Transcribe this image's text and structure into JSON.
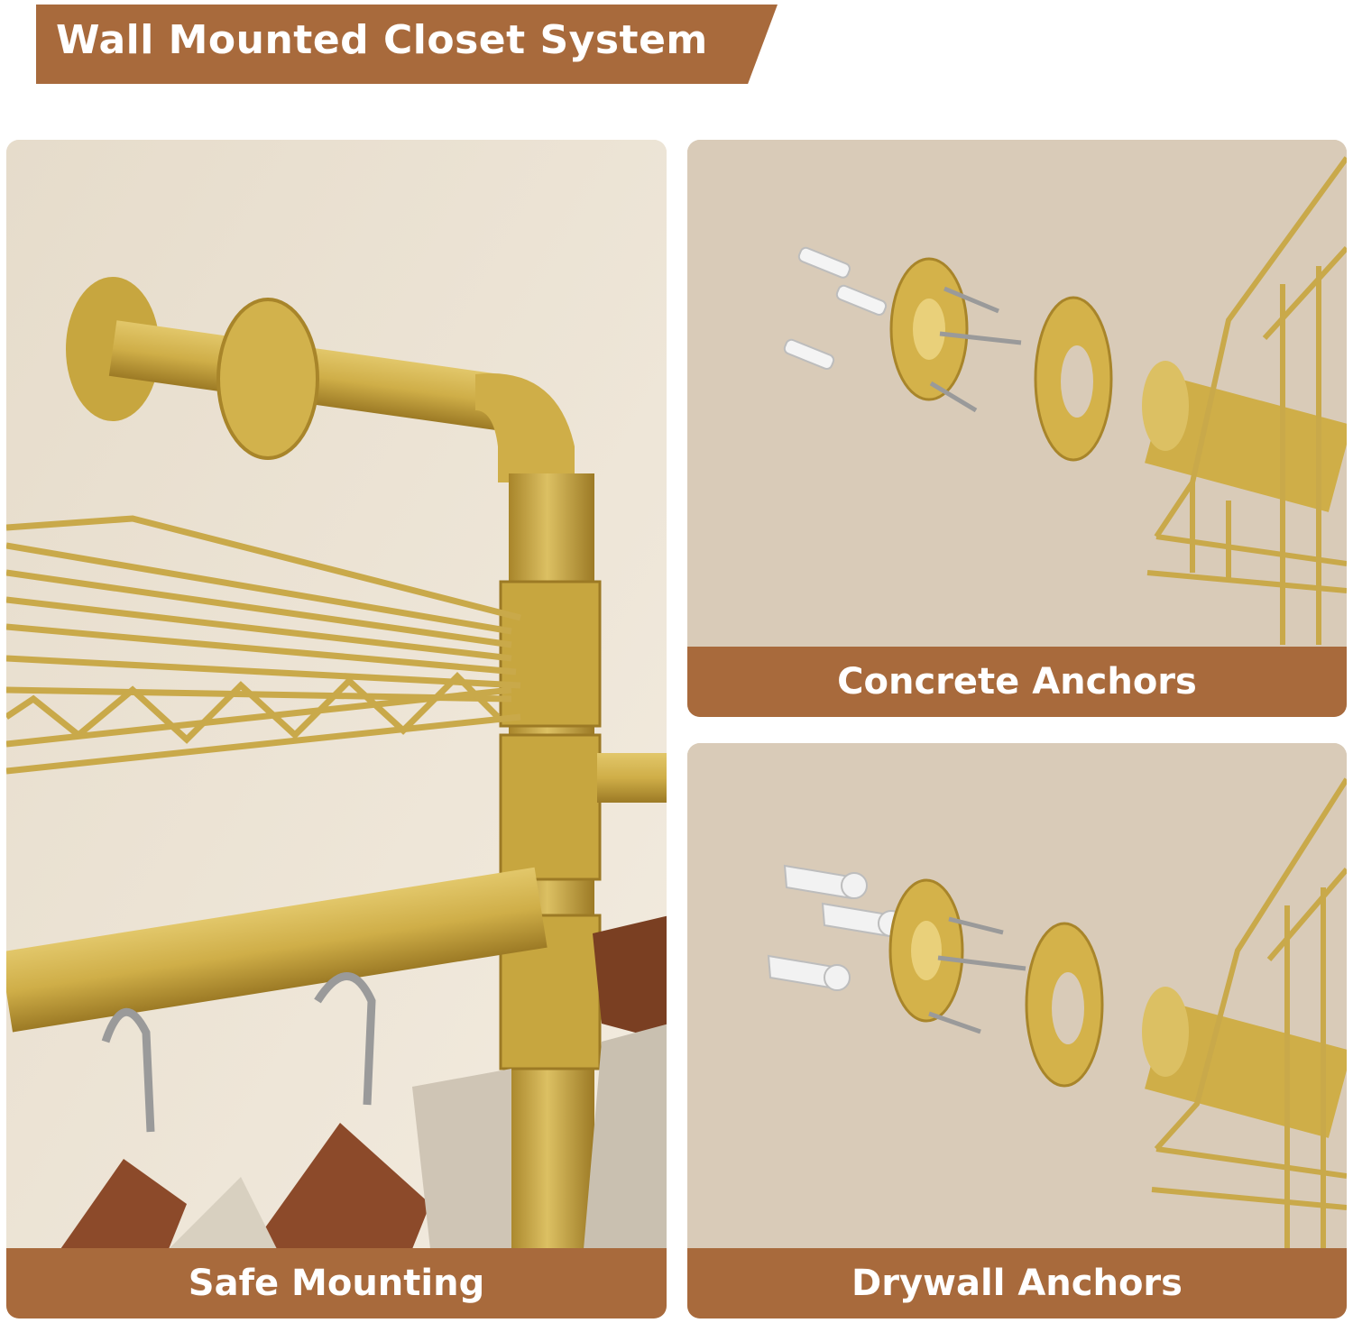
{
  "header": {
    "title": "Wall Mounted Closet System"
  },
  "panels": {
    "left": {
      "caption": "Safe Mounting"
    },
    "top_right": {
      "caption": "Concrete Anchors"
    },
    "bottom_right": {
      "caption": "Drywall Anchors"
    }
  },
  "colors": {
    "accent": "#a86a3c",
    "gold": "#d4b24a",
    "gold_shadow": "#a8852a",
    "wall_cream": "#efe6d6",
    "background_beige": "#d9cbb8"
  }
}
